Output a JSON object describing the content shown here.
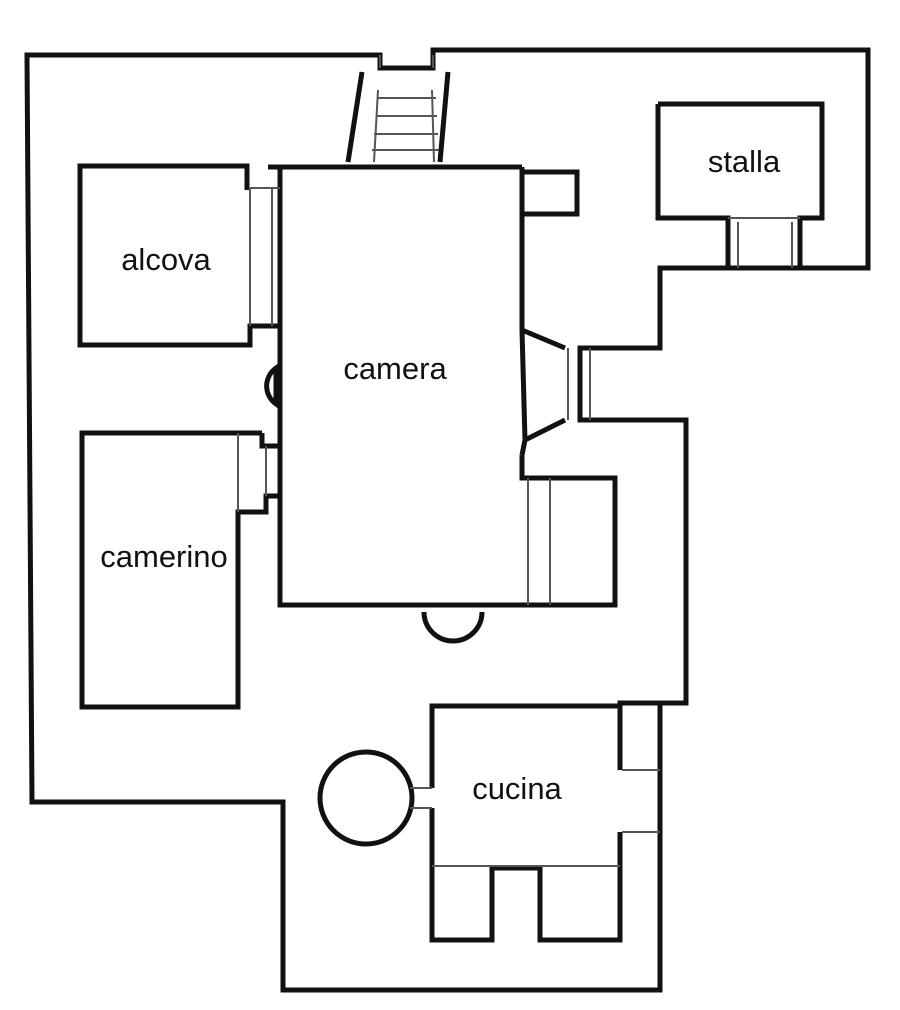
{
  "rooms": {
    "alcova": "alcova",
    "camera": "camera",
    "camerino": "camerino",
    "stalla": "stalla",
    "cucina": "cucina"
  },
  "colors": {
    "wall": "#111111",
    "background": "#ffffff"
  }
}
